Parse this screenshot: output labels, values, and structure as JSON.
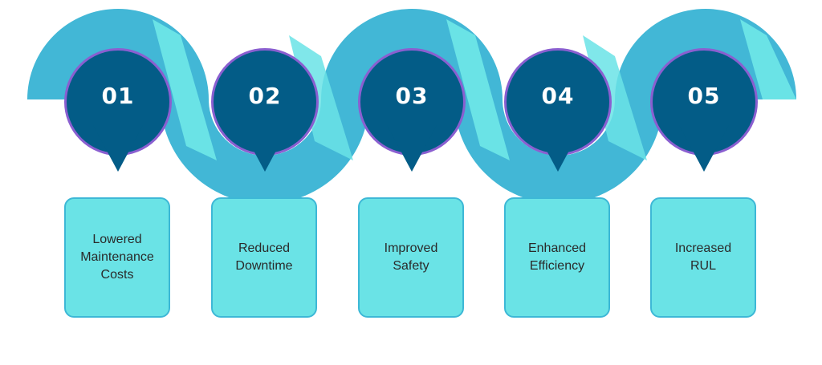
{
  "colors": {
    "wave_dark": "#42b7d6",
    "wave_light": "#6ae3e6",
    "circle": "#035c87",
    "circle_outline": "#8a5fd0",
    "box_fill": "#6ae3e6",
    "box_border": "#3db8d6",
    "number_text": "#ffffff",
    "box_text": "#2a2a2a"
  },
  "steps": [
    {
      "number": "01",
      "label": "Lowered\nMaintenance\nCosts"
    },
    {
      "number": "02",
      "label": "Reduced\nDowntime"
    },
    {
      "number": "03",
      "label": "Improved\nSafety"
    },
    {
      "number": "04",
      "label": "Enhanced\nEfficiency"
    },
    {
      "number": "05",
      "label": "Increased\nRUL"
    }
  ]
}
